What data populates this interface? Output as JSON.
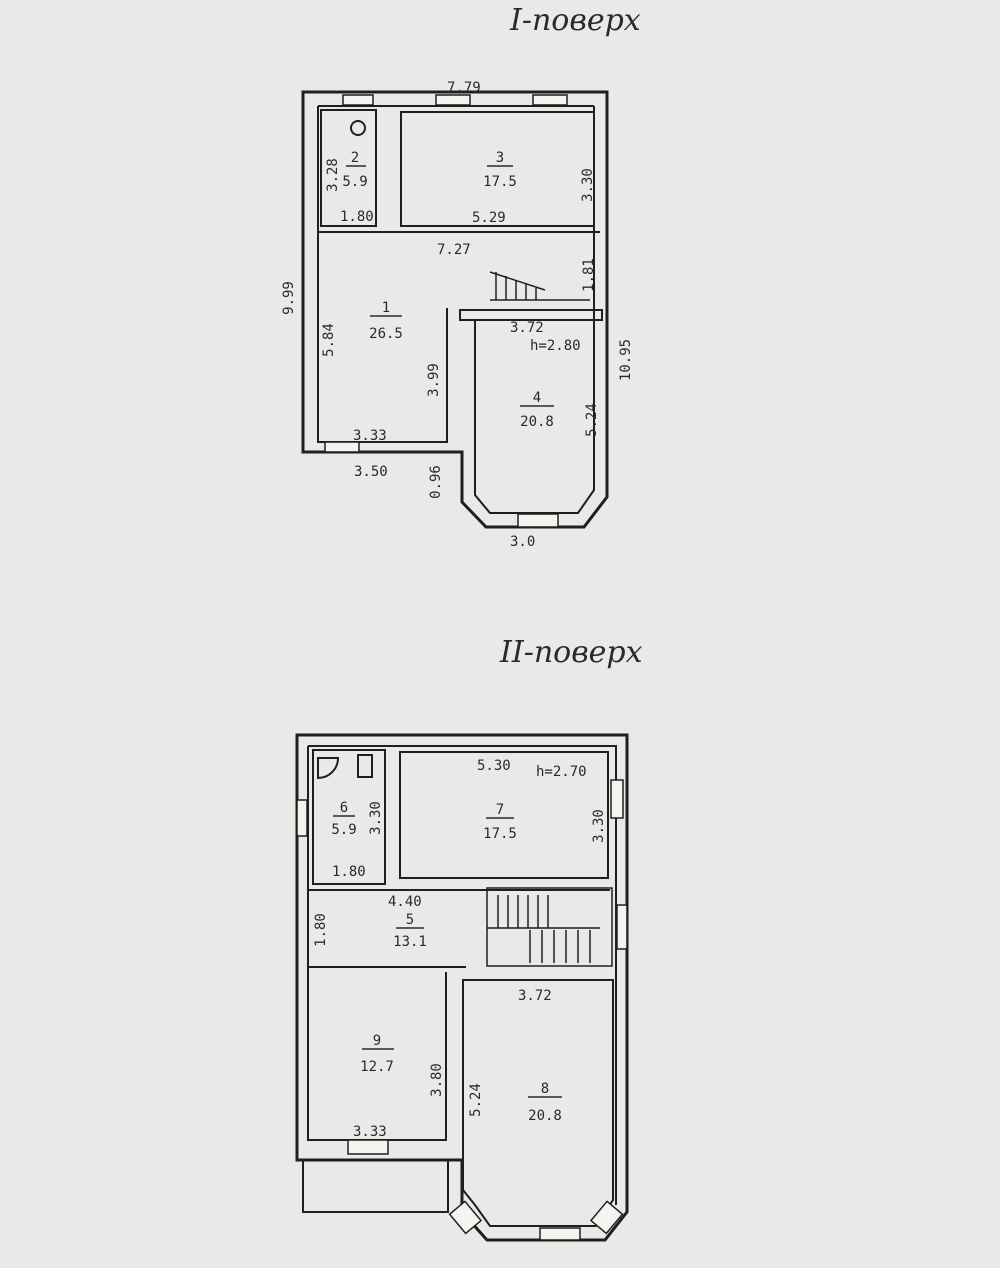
{
  "floor1": {
    "title": "I-поверх",
    "rooms": [
      {
        "num": "2",
        "area": "5.9"
      },
      {
        "num": "3",
        "area": "17.5"
      },
      {
        "num": "1",
        "area": "26.5"
      },
      {
        "num": "4",
        "area": "20.8"
      }
    ],
    "dims": {
      "top_total": "7.79",
      "r2_height": "3.28",
      "r2_width": "1.80",
      "r3_width": "5.29",
      "r3_height": "3.30",
      "corridor_width": "7.27",
      "stair_height": "1.81",
      "left_total": "9.99",
      "r1_height": "5.84",
      "r4_width": "3.72",
      "ceiling": "h=2.80",
      "right_total": "10.95",
      "r1_inner": "3.99",
      "r4_height": "5.24",
      "r1_bottom": "3.33",
      "outer_bottom": "3.50",
      "bay_offset": "0.96",
      "bay_width": "3.0"
    }
  },
  "floor2": {
    "title": "II-поверх",
    "rooms": [
      {
        "num": "6",
        "area": "5.9"
      },
      {
        "num": "7",
        "area": "17.5"
      },
      {
        "num": "5",
        "area": "13.1"
      },
      {
        "num": "9",
        "area": "12.7"
      },
      {
        "num": "8",
        "area": "20.8"
      }
    ],
    "dims": {
      "r7_width": "5.30",
      "ceiling": "h=2.70",
      "r6_height": "3.30",
      "r7_height": "3.30",
      "r6_width": "1.80",
      "hall_width": "4.40",
      "hall_height": "1.80",
      "r8_width": "3.72",
      "r9_height": "3.80",
      "r8_height": "5.24",
      "r9_width": "3.33"
    }
  }
}
